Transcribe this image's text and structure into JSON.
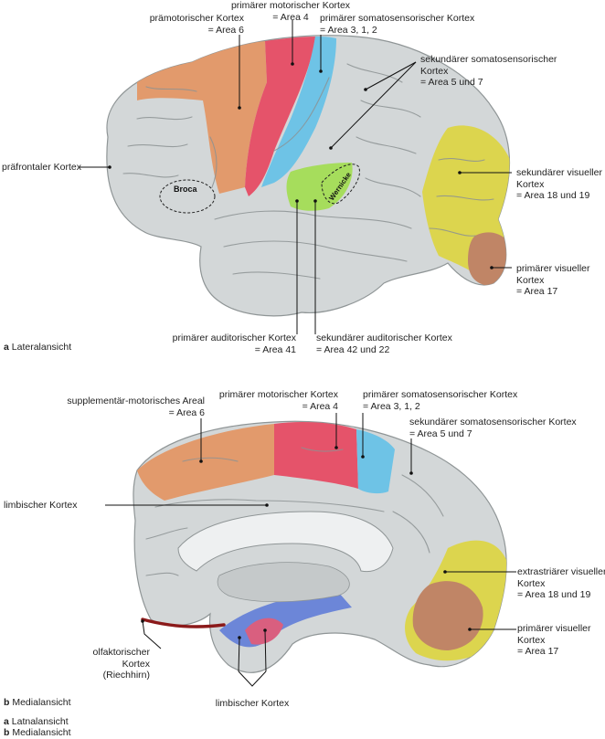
{
  "colors": {
    "prefrontal_gray": "#d3d7d8",
    "premotor_orange": "#e29a6c",
    "primary_motor_red": "#e5536a",
    "somatosensory_blue": "#6ec3e6",
    "auditory_green": "#a6dd5c",
    "visual_yellow": "#dcd54e",
    "primary_visual_brown": "#c08566",
    "limbic_blue": "#6c86d8",
    "limbic_pink": "#d95f7f",
    "olfactory_darkred": "#8b1a1a"
  },
  "lateral": {
    "caption_letter": "a",
    "caption_text": "Lateralansicht",
    "broca": "Broca",
    "wernicke": "Wernicke",
    "labels": {
      "primary_motor": [
        "primärer motorischer Kortex",
        "= Area 4"
      ],
      "premotor": [
        "prämotorischer Kortex",
        "= Area 6"
      ],
      "primary_somatosensory": [
        "primärer somatosensorischer Kortex",
        "= Area 3, 1, 2"
      ],
      "secondary_somatosensory": [
        "sekundärer somatosensorischer",
        "Kortex",
        "= Area 5 und 7"
      ],
      "prefrontal": [
        "präfrontaler Kortex"
      ],
      "secondary_visual": [
        "sekundärer visueller",
        "Kortex",
        "= Area 18 und 19"
      ],
      "primary_visual": [
        "primärer visueller",
        "Kortex",
        "= Area 17"
      ],
      "primary_auditory": [
        "primärer auditorischer Kortex",
        "= Area 41"
      ],
      "secondary_auditory": [
        "sekundärer auditorischer Kortex",
        "= Area 42 und 22"
      ]
    }
  },
  "medial": {
    "caption_letter": "b",
    "caption_text": "Medialansicht",
    "labels": {
      "supplementary_motor": [
        "supplementär-motorisches Areal",
        "= Area 6"
      ],
      "primary_motor": [
        "primärer motorischer Kortex",
        "= Area 4"
      ],
      "primary_somatosensory": [
        "primärer somatosensorischer Kortex",
        "= Area 3, 1, 2"
      ],
      "secondary_somatosensory": [
        "sekundärer somatosensorischer Kortex",
        "= Area 5 und 7"
      ],
      "limbic_upper": [
        "limbischer Kortex"
      ],
      "extrastriate_visual": [
        "extrastriärer visueller",
        "Kortex",
        "= Area 18 und 19"
      ],
      "primary_visual": [
        "primärer visueller",
        "Kortex",
        "= Area 17"
      ],
      "olfactory": [
        "olfaktorischer",
        "Kortex",
        "(Riechhirn)"
      ],
      "limbic_lower": [
        "limbischer Kortex"
      ]
    }
  },
  "footer": {
    "line_a_letter": "a",
    "line_a_text": "Latnalansicht",
    "line_b_letter": "b",
    "line_b_text": "Medialansicht"
  }
}
